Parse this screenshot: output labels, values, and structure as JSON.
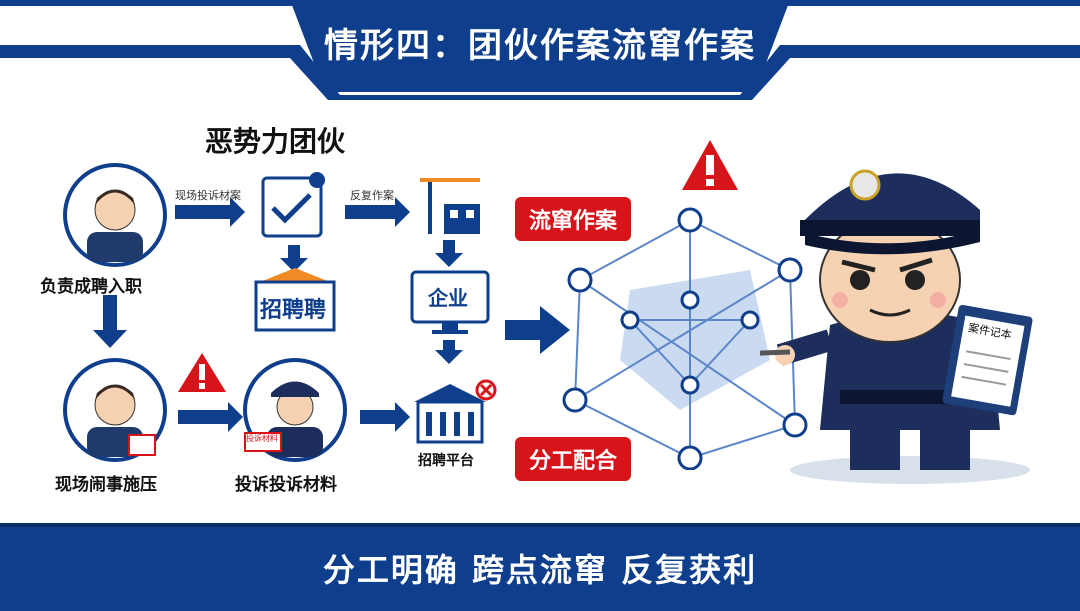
{
  "header": {
    "title": "情形四：团伙作案流窜作案"
  },
  "group": {
    "title": "恶势力团伙",
    "roles": [
      {
        "label": "负责成聘入职"
      },
      {
        "label": "现场闹事施压"
      },
      {
        "label": "投诉投诉材料"
      }
    ]
  },
  "arrows": {
    "top_to_form": "现场投诉材案",
    "form_to_company": "反复作案"
  },
  "icons": {
    "recruit_sign": "招聘聘",
    "company_screen": "企业",
    "platform": "招聘平台",
    "complaint_card": "投诉材料"
  },
  "badges": {
    "flow": "流窜作案",
    "division": "分工配合"
  },
  "officer": {
    "clipboard_text": "案件记本"
  },
  "footer": {
    "slogan": "分工明确 跨点流窜 反复获利"
  },
  "colors": {
    "navy": "#0f3f8c",
    "red": "#d7141a"
  }
}
